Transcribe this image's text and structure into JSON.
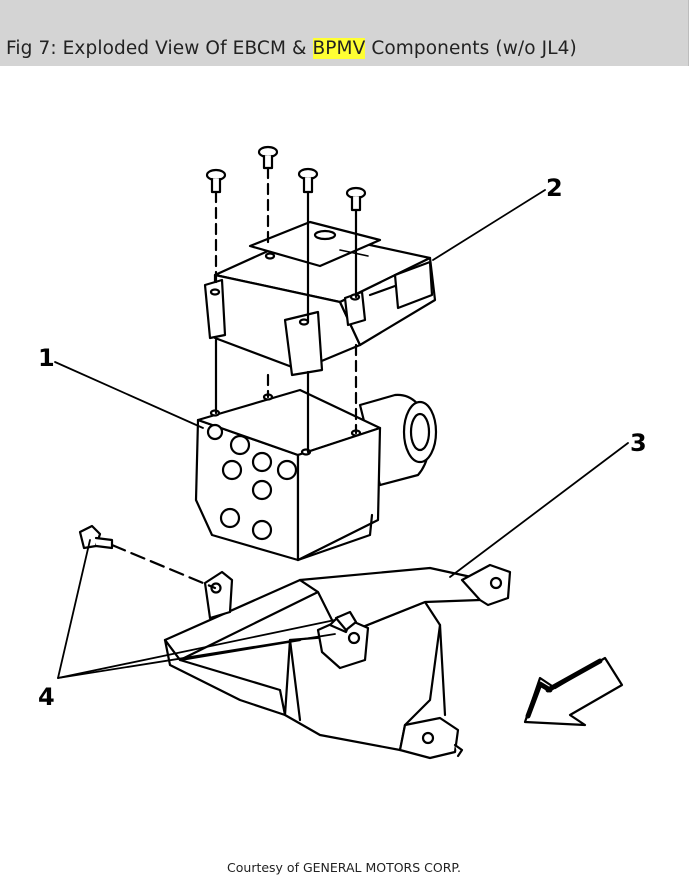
{
  "header": {
    "title_prefix": "Fig 7: Exploded View Of EBCM & ",
    "title_highlight": "BPMV",
    "title_suffix": " Components (w/o JL4)",
    "highlight_color": "#ffff33",
    "background_color": "#d4d4d4"
  },
  "diagram": {
    "callouts": [
      "1",
      "2",
      "3",
      "4"
    ]
  },
  "footer": {
    "credit": "Courtesy of GENERAL MOTORS CORP."
  }
}
